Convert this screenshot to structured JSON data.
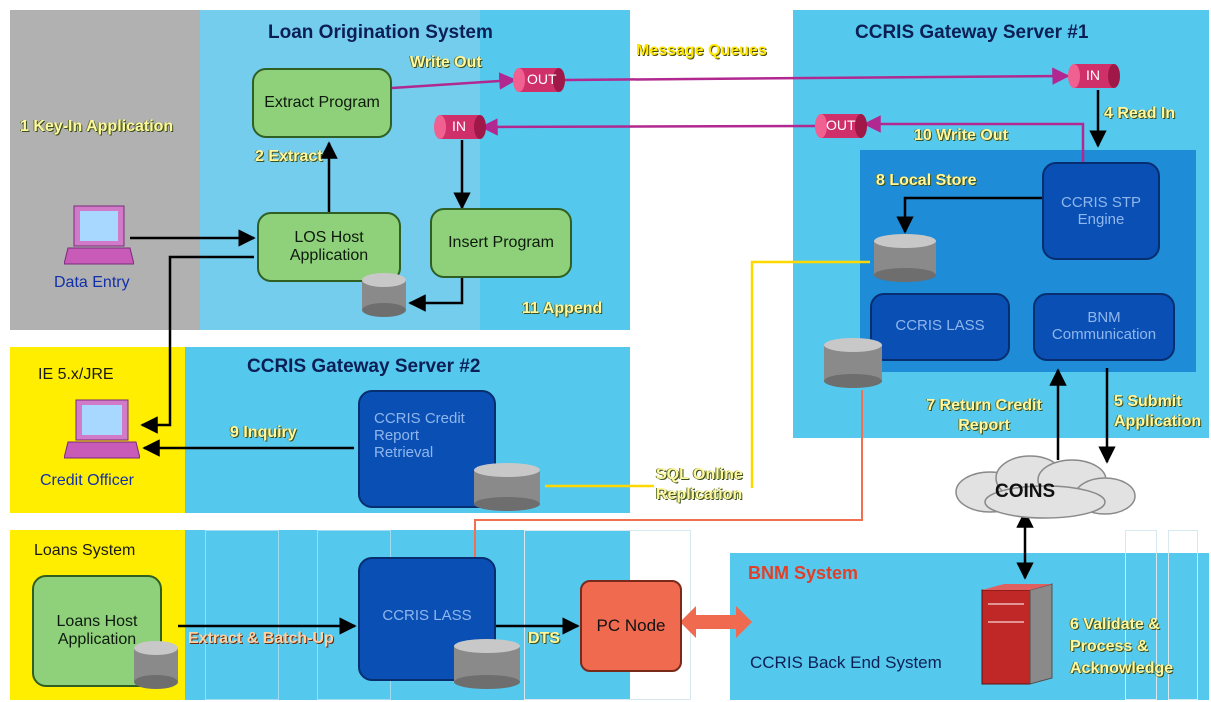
{
  "colors": {
    "gray_zone": "#b1b1b1",
    "cyan_zone": "#55c8ee",
    "yellow_zone": "#ffee00",
    "inner_blue": "#1e8cd6",
    "green_box": "#8fd17a",
    "dark_box": "#0a50b4",
    "pc_node": "#f06a50",
    "queue": "#d0306a",
    "flow_magenta": "#b02890",
    "sql_yellow": "#ffd800"
  },
  "zones": {
    "los_title": "Loan Origination System",
    "gw1_title": "CCRIS Gateway Server #1",
    "gw2_title": "CCRIS Gateway Server #2",
    "bnm_title": "BNM System",
    "ie_label": "IE 5.x/JRE",
    "loans_label": "Loans System"
  },
  "boxes": {
    "extract_program": "Extract Program",
    "los_host": "LOS Host Application",
    "insert_program": "Insert Program",
    "ccris_stp": "CCRIS STP Engine",
    "ccris_lass_1": "CCRIS LASS",
    "bnm_communication": "BNM Communication",
    "ccris_credit_report": "CCRIS Credit Report Retrieval",
    "ccris_lass_2": "CCRIS LASS",
    "loans_host": "Loans Host Application",
    "pc_node": "PC Node",
    "coins": "COINS",
    "back_end": "CCRIS Back End System"
  },
  "queues": {
    "out_1": "OUT",
    "in_1": "IN",
    "in_2": "IN",
    "out_2": "OUT"
  },
  "labels": {
    "step1": "1 Key-In Application",
    "step2": "2 Extract",
    "write_out": "Write Out",
    "message_queues": "Message Queues",
    "step4": "4 Read In",
    "step10": "10 Write Out",
    "step8": "8 Local Store",
    "step11": "11 Append",
    "step9": "9 Inquiry",
    "sql_replication": "SQL Online Replication",
    "step7": "7 Return Credit Report",
    "step5": "5 Submit Application",
    "extract_batch": "Extract & Batch-Up",
    "dts": "DTS",
    "step6": "6 Validate & Process & Acknowledge",
    "data_entry": "Data Entry",
    "credit_officer": "Credit Officer"
  },
  "icons": [
    "computer-terminal-icon",
    "database-icon",
    "message-queue-icon",
    "cloud-icon",
    "mainframe-server-icon",
    "double-arrow-icon"
  ]
}
